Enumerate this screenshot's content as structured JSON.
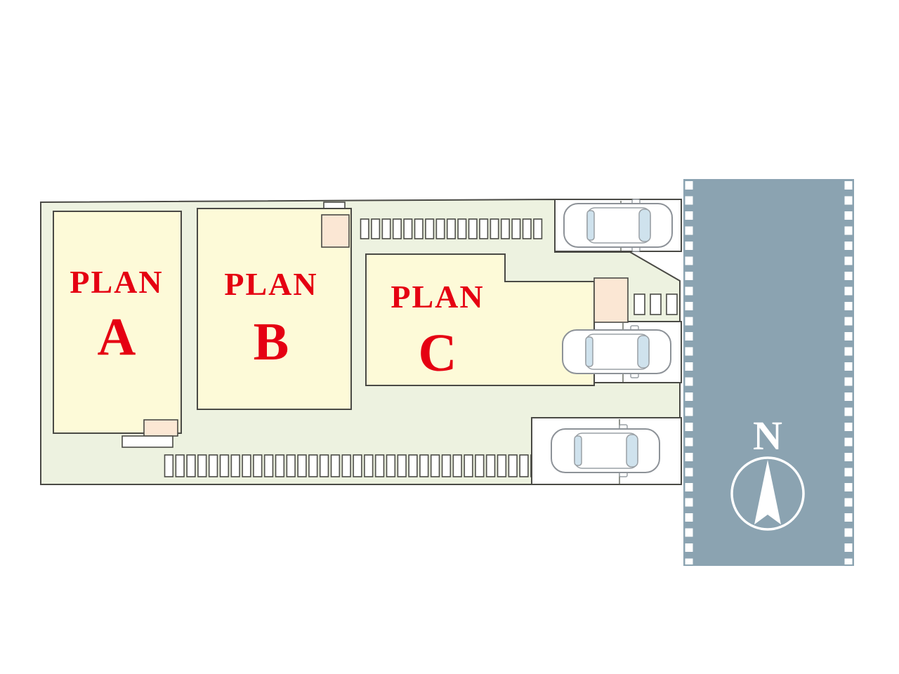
{
  "plans": {
    "a": {
      "word": "PLAN",
      "letter": "A"
    },
    "b": {
      "word": "PLAN",
      "letter": "B"
    },
    "c": {
      "word": "PLAN",
      "letter": "C"
    }
  },
  "compass": {
    "north_label": "N"
  },
  "colors": {
    "site_ground": "#edf2e0",
    "building_fill": "#fdfad8",
    "porch_fill": "#fbe7d4",
    "step_fill": "#ffffff",
    "parking_fill": "#ffffff",
    "road_fill": "#8ba3b1",
    "plan_label_red": "#e50012",
    "compass_white": "#ffffff",
    "car_body": "#ffffff",
    "car_glass": "#cfe2ed"
  }
}
